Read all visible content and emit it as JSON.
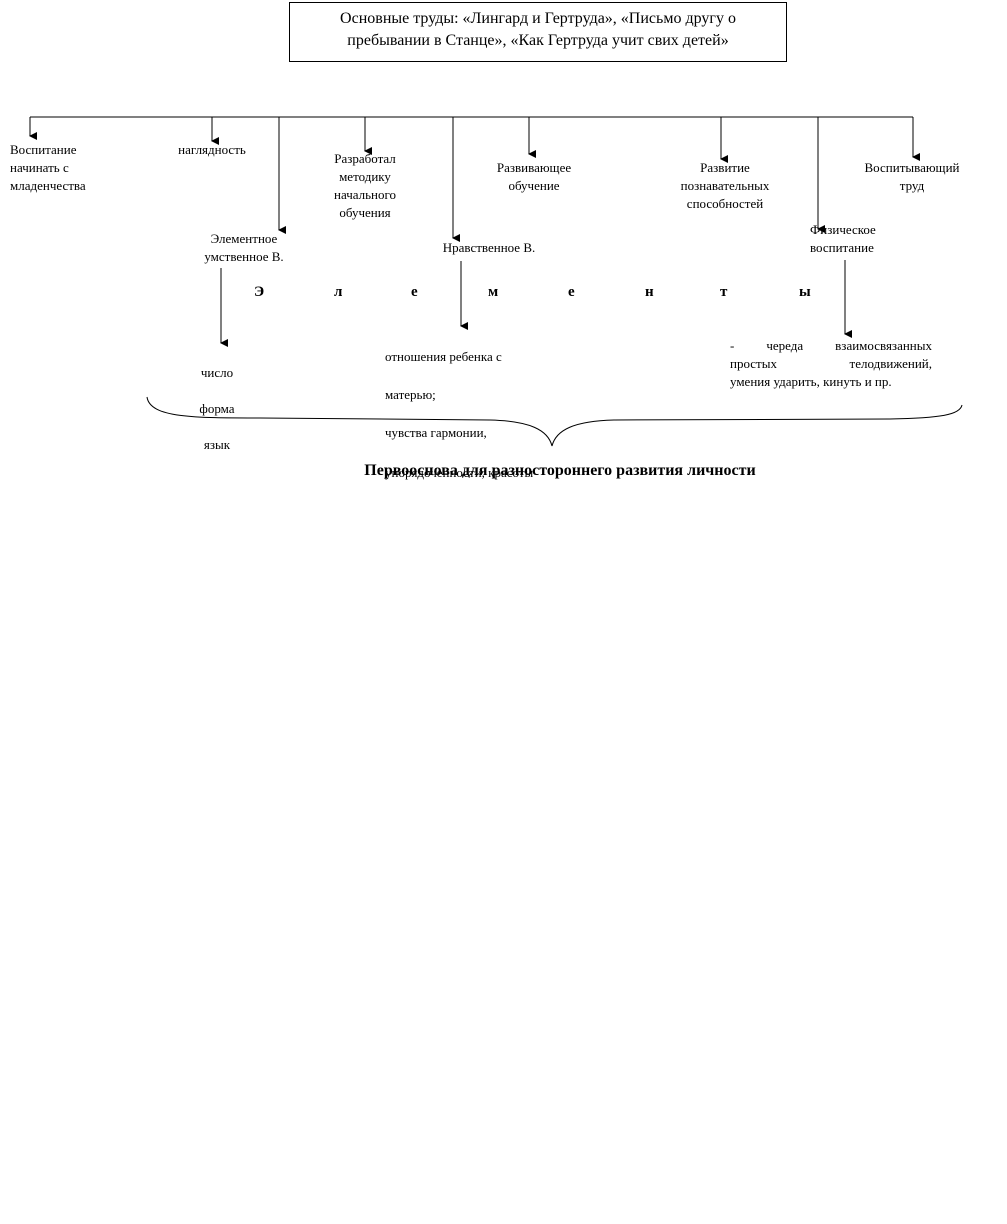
{
  "title": "Основные труды: «Лингард и Гертруда», «Письмо другу о\nпребывании в Станце», «Как Гертруда учит свих детей»",
  "branches": {
    "infancy": "Воспитание\nначинать с\nмладенчества",
    "visual": "наглядность",
    "method": "Разработал\nметодику\nначального\nобучения",
    "developing": "Развивающее\nобучение",
    "cognitive": "Развитие\nпознавательных\nспособностей",
    "labor": "Воспитывающий\nтруд",
    "mental": "Элементное\nумственное В.",
    "moral": "Нравственное В.",
    "physical": "Физическое\nвоспитание"
  },
  "elements_letters": [
    "Э",
    "л",
    "е",
    "м",
    "е",
    "н",
    "т",
    "ы"
  ],
  "details": {
    "mental": [
      "число",
      "форма",
      "язык"
    ],
    "moral": [
      "отношения ребенка с",
      "матерью;",
      "чувства гармонии,",
      "упорядоченности, красоты"
    ],
    "physical": [
      "-   череда   взаимосвязанных",
      "простых      телодвижений,",
      "умения ударить, кинуть и пр."
    ]
  },
  "foundation": "Первооснова для разностороннего развития личности"
}
